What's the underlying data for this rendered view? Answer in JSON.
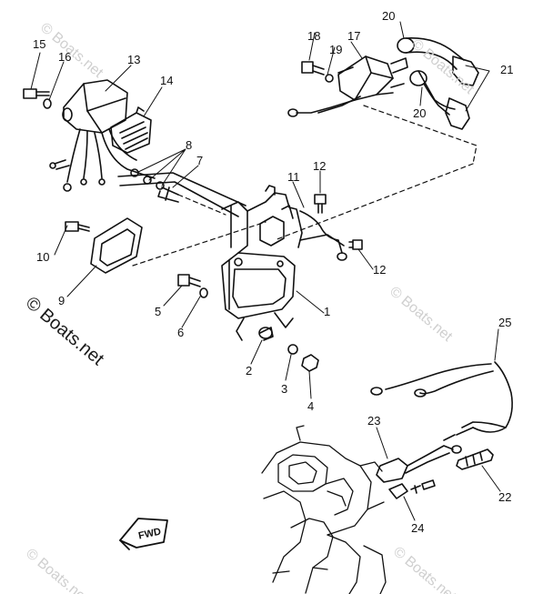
{
  "diagram": {
    "callouts": [
      {
        "id": "1",
        "text": "1"
      },
      {
        "id": "2",
        "text": "2"
      },
      {
        "id": "3",
        "text": "3"
      },
      {
        "id": "4",
        "text": "4"
      },
      {
        "id": "5",
        "text": "5"
      },
      {
        "id": "6",
        "text": "6"
      },
      {
        "id": "7",
        "text": "7"
      },
      {
        "id": "8",
        "text": "8"
      },
      {
        "id": "9",
        "text": "9"
      },
      {
        "id": "10",
        "text": "10"
      },
      {
        "id": "11",
        "text": "11"
      },
      {
        "id": "12a",
        "text": "12"
      },
      {
        "id": "12b",
        "text": "12"
      },
      {
        "id": "13",
        "text": "13"
      },
      {
        "id": "14",
        "text": "14"
      },
      {
        "id": "15",
        "text": "15"
      },
      {
        "id": "16",
        "text": "16"
      },
      {
        "id": "17",
        "text": "17"
      },
      {
        "id": "18",
        "text": "18"
      },
      {
        "id": "19",
        "text": "19"
      },
      {
        "id": "20a",
        "text": "20"
      },
      {
        "id": "20b",
        "text": "20"
      },
      {
        "id": "21",
        "text": "21"
      },
      {
        "id": "22",
        "text": "22"
      },
      {
        "id": "23",
        "text": "23"
      },
      {
        "id": "24",
        "text": "24"
      },
      {
        "id": "25",
        "text": "25"
      }
    ],
    "fwd_label": "FWD"
  },
  "watermark": {
    "text": "© Boats.net"
  }
}
